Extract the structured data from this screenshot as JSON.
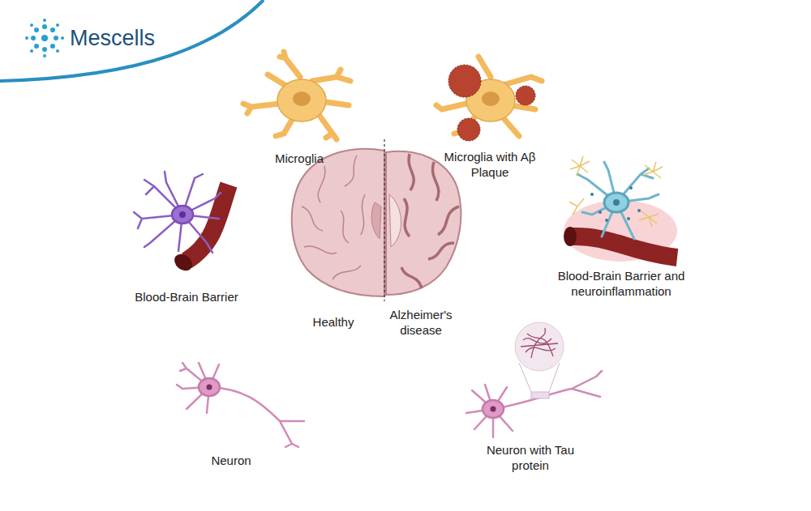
{
  "diagram": {
    "labels": [
      "Mescells",
      "Microglia",
      "Microglia with Aβ Plaque",
      "Blood-Brain Barrier",
      "Healthy",
      "Alzheimer's disease",
      "Blood-Brain Barrier and neuroinflammation",
      "Neuron",
      "Neuron with Tau protein"
    ]
  }
}
